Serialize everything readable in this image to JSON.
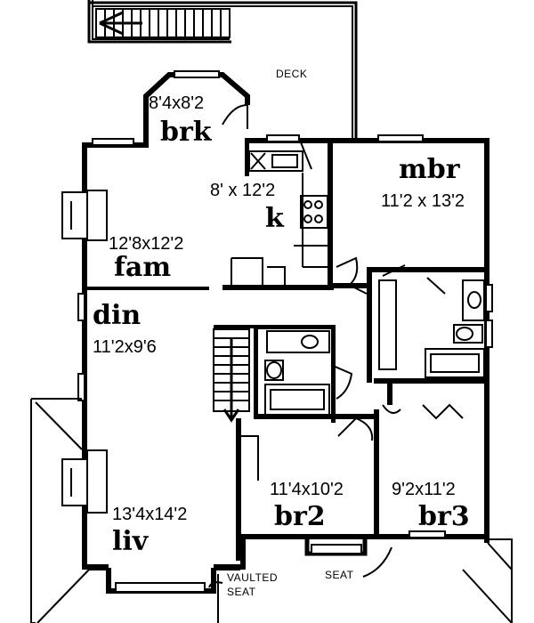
{
  "plan": {
    "labels": {
      "deck": "DECK",
      "vaulted": "VAULTED",
      "seat_left": "SEAT",
      "seat_right": "SEAT"
    },
    "rooms": [
      {
        "id": "brk",
        "name": "brk",
        "size": "8'4x8'2"
      },
      {
        "id": "k",
        "name": "k",
        "size": "8' x 12'2"
      },
      {
        "id": "mbr",
        "name": "mbr",
        "size": "11'2 x 13'2"
      },
      {
        "id": "fam",
        "name": "fam",
        "size": "12'8x12'2"
      },
      {
        "id": "din",
        "name": "din",
        "size": "11'2x9'6"
      },
      {
        "id": "liv",
        "name": "liv",
        "size": "13'4x14'2"
      },
      {
        "id": "br2",
        "name": "br2",
        "size": "11'4x10'2"
      },
      {
        "id": "br3",
        "name": "br3",
        "size": "9'2x11'2"
      }
    ]
  }
}
